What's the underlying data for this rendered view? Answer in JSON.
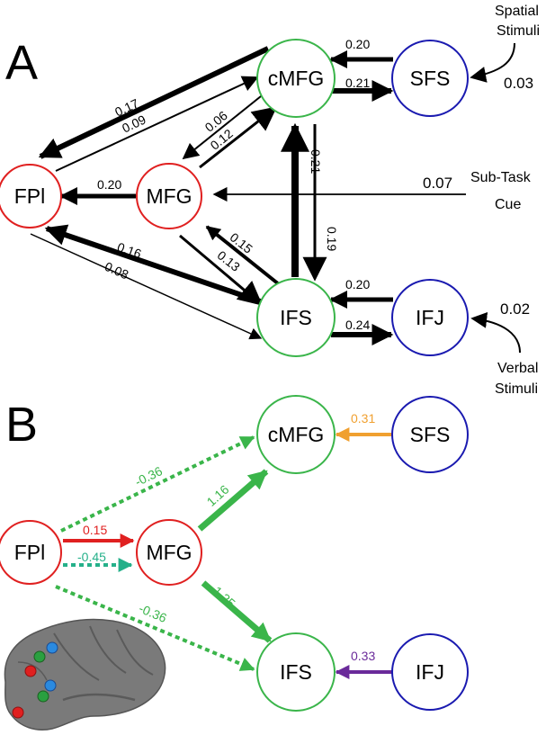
{
  "panel_a": {
    "letter": "A",
    "nodes": {
      "fpl": "FPl",
      "mfg": "MFG",
      "cmfg": "cMFG",
      "sfs": "SFS",
      "ifs": "IFS",
      "ifj": "IFJ"
    },
    "edges": {
      "fpl_to_cmfg": "0.09",
      "cmfg_to_fpl": "0.17",
      "mfg_to_cmfg": "0.12",
      "cmfg_to_mfg": "0.06",
      "mfg_to_fpl": "0.20",
      "ifs_to_fpl": "0.16",
      "fpl_to_ifs": "0.08",
      "mfg_to_ifs": "0.13",
      "ifs_to_mfg": "0.15",
      "ifs_to_cmfg": "0.21",
      "cmfg_to_ifs": "0.19",
      "sfs_to_cmfg": "0.20",
      "cmfg_to_sfs": "0.21",
      "ifj_to_ifs": "0.20",
      "ifs_to_ifj": "0.24"
    },
    "inputs": {
      "spatial_line1": "Spatial",
      "spatial_line2": "Stimuli",
      "spatial_value": "0.03",
      "subtask_line1": "Sub-Task",
      "subtask_line2": "Cue",
      "subtask_value": "0.07",
      "verbal_line1": "Verbal",
      "verbal_line2": "Stimuli",
      "verbal_value": "0.02"
    }
  },
  "panel_b": {
    "letter": "B",
    "nodes": {
      "fpl": "FPl",
      "mfg": "MFG",
      "cmfg": "cMFG",
      "sfs": "SFS",
      "ifs": "IFS",
      "ifj": "IFJ"
    },
    "edges": {
      "fpl_to_cmfg": "-0.36",
      "fpl_to_mfg_red": "0.15",
      "fpl_to_mfg_green": "-0.45",
      "fpl_to_ifs": "-0.36",
      "mfg_to_cmfg": "1.16",
      "mfg_to_ifs": "1.25",
      "sfs_to_cmfg": "0.31",
      "ifj_to_ifs": "0.33"
    }
  },
  "colors": {
    "red": "#e02020",
    "green": "#3ab54a",
    "blue": "#1a1ab0",
    "orange": "#f0a030",
    "purple": "#6a2a9a",
    "brain_gray": "#7a7a7a"
  }
}
